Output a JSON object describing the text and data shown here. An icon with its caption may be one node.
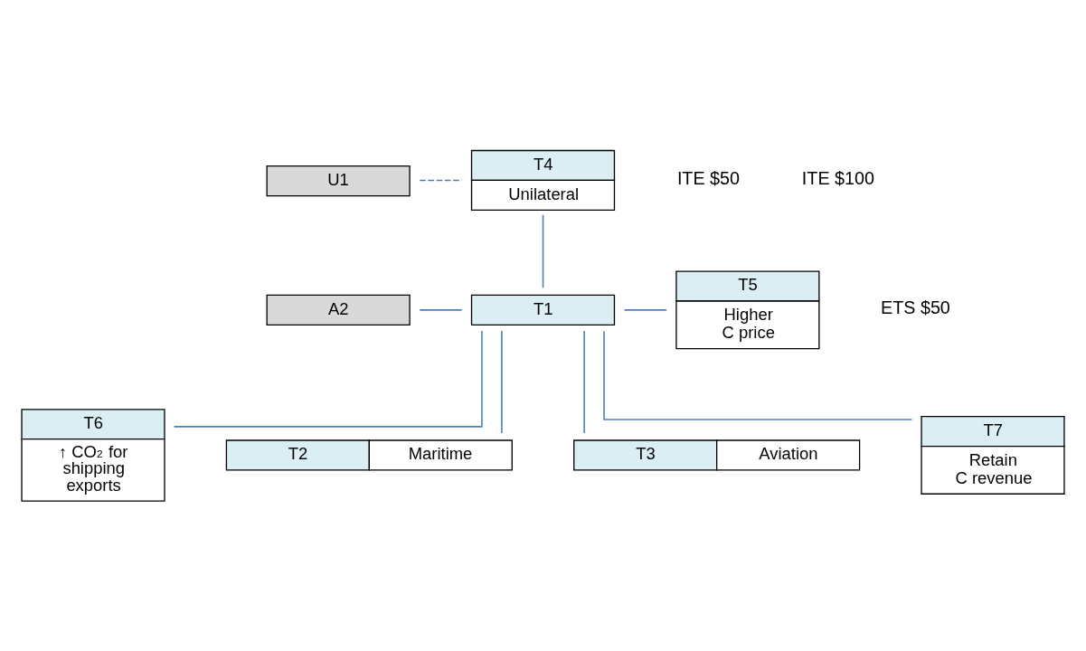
{
  "diagram": {
    "nodes": [
      {
        "text": [
          "U1"
        ]
      },
      {
        "text": [
          "T4",
          "Unilateral"
        ]
      },
      {
        "text": [
          "A2"
        ]
      },
      {
        "text": [
          "T1"
        ]
      },
      {
        "text": [
          "T5",
          "Higher C price"
        ]
      },
      {
        "text": [
          "T6",
          "↑ CO$_{2}$ for shipping exports"
        ]
      },
      {
        "text": [
          "T2",
          "Maritime"
        ]
      },
      {
        "text": [
          "T3",
          "Aviation"
        ]
      },
      {
        "text": [
          "T7",
          "Retain C revenue"
        ]
      }
    ],
    "edges": [
      {
        "from": 0,
        "to": 1,
        "arrow": "none",
        "style": "dashed"
      },
      {
        "from": 1,
        "to": 3,
        "arrow": "none"
      },
      {
        "from": 2,
        "to": 3,
        "arrow": "none"
      },
      {
        "from": 3,
        "to": 4,
        "arrow": "none"
      },
      {
        "from": 3,
        "to": 5,
        "arrow": "none"
      },
      {
        "from": 3,
        "to": 6,
        "arrow": "none"
      },
      {
        "from": 3,
        "to": 7,
        "arrow": "none"
      },
      {
        "from": 3,
        "to": 8,
        "arrow": "none"
      }
    ],
    "labels": [
      "ITE $50",
      "ITE $100",
      "ETS $50"
    ]
  }
}
